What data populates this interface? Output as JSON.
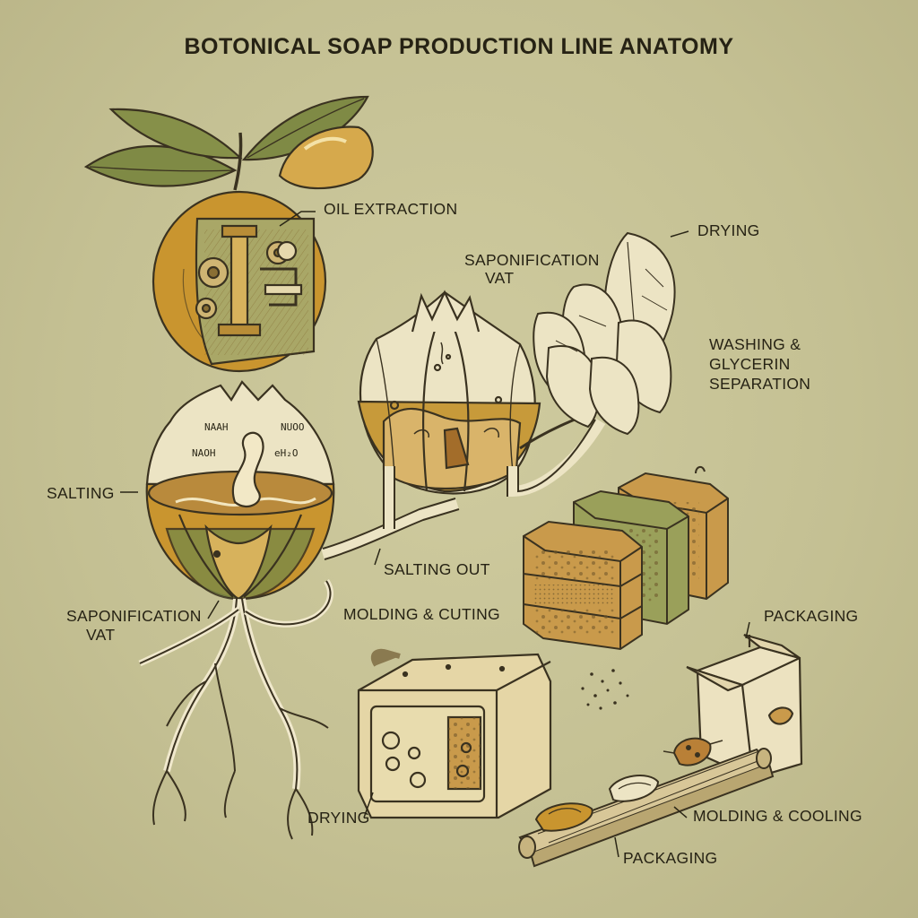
{
  "title": "BOTONICAL SOAP PRODUCTION LINE ANATOMY",
  "labels": {
    "oil_extraction": "OIL EXTRACTION",
    "saponification_vat_top_1": "SAPONIFICATION",
    "saponification_vat_top_2": "VAT",
    "drying_top": "DRYING",
    "washing_1": "WASHING &",
    "washing_2": "GLYCERIN",
    "washing_3": "SEPARATION",
    "salting": "SALTING",
    "salting_out": "SALTING OUT",
    "saponification_vat_bottom_1": "SAPONIFICATION",
    "saponification_vat_bottom_2": "VAT",
    "molding_cuting": "MOLDING & CUTING",
    "packaging_top": "PACKAGING",
    "drying_bottom": "DRYING",
    "molding_cooling": "MOLDING & COOLING",
    "packaging_bottom": "PACKAGING"
  },
  "chem_labels": {
    "naah": "NAAH",
    "nuoo": "NUOO",
    "naoh": "NAOH",
    "eho": "eH₂O"
  },
  "colors": {
    "background": "#c7c396",
    "outline": "#3a3220",
    "fruit_orange": "#c9952f",
    "leaf_green": "#7f8a45",
    "cream": "#ece4c4",
    "soap_tan": "#c99a4b",
    "soap_green": "#9aa05a"
  }
}
